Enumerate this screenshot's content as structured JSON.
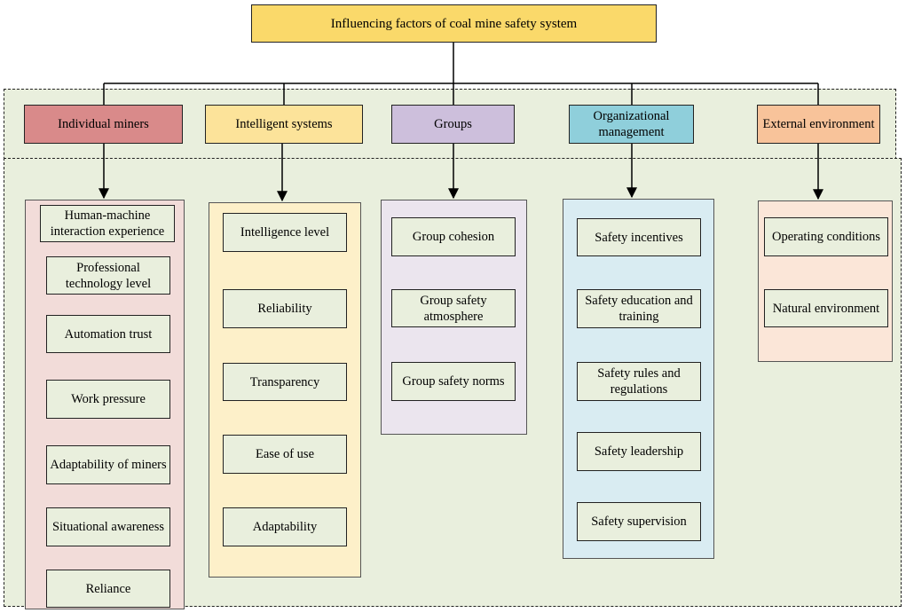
{
  "title": "Influencing factors of coal mine safety system",
  "categories": [
    {
      "label": "Individual miners",
      "color": "#d98a8a",
      "column_bg": "#f2dcd9",
      "items": [
        "Human-machine interaction experience",
        "Professional technology level",
        "Automation trust",
        "Work pressure",
        "Adaptability of miners",
        "Situational awareness",
        "Reliance"
      ]
    },
    {
      "label": "Intelligent systems",
      "color": "#fce39a",
      "column_bg": "#fdf0c9",
      "items": [
        "Intelligence level",
        "Reliability",
        "Transparency",
        "Ease of use",
        "Adaptability"
      ]
    },
    {
      "label": "Groups",
      "color": "#cdbfdc",
      "column_bg": "#ebe5ee",
      "items": [
        "Group cohesion",
        "Group safety atmosphere",
        "Group safety norms"
      ]
    },
    {
      "label": "Organizational management",
      "color": "#8fcfdb",
      "column_bg": "#d9ecf2",
      "items": [
        "Safety incentives",
        "Safety education and training",
        "Safety rules and regulations",
        "Safety leadership",
        "Safety supervision"
      ]
    },
    {
      "label": "External environment",
      "color": "#f8c39a",
      "column_bg": "#fbe6d8",
      "items": [
        "Operating conditions",
        "Natural environment"
      ]
    }
  ]
}
